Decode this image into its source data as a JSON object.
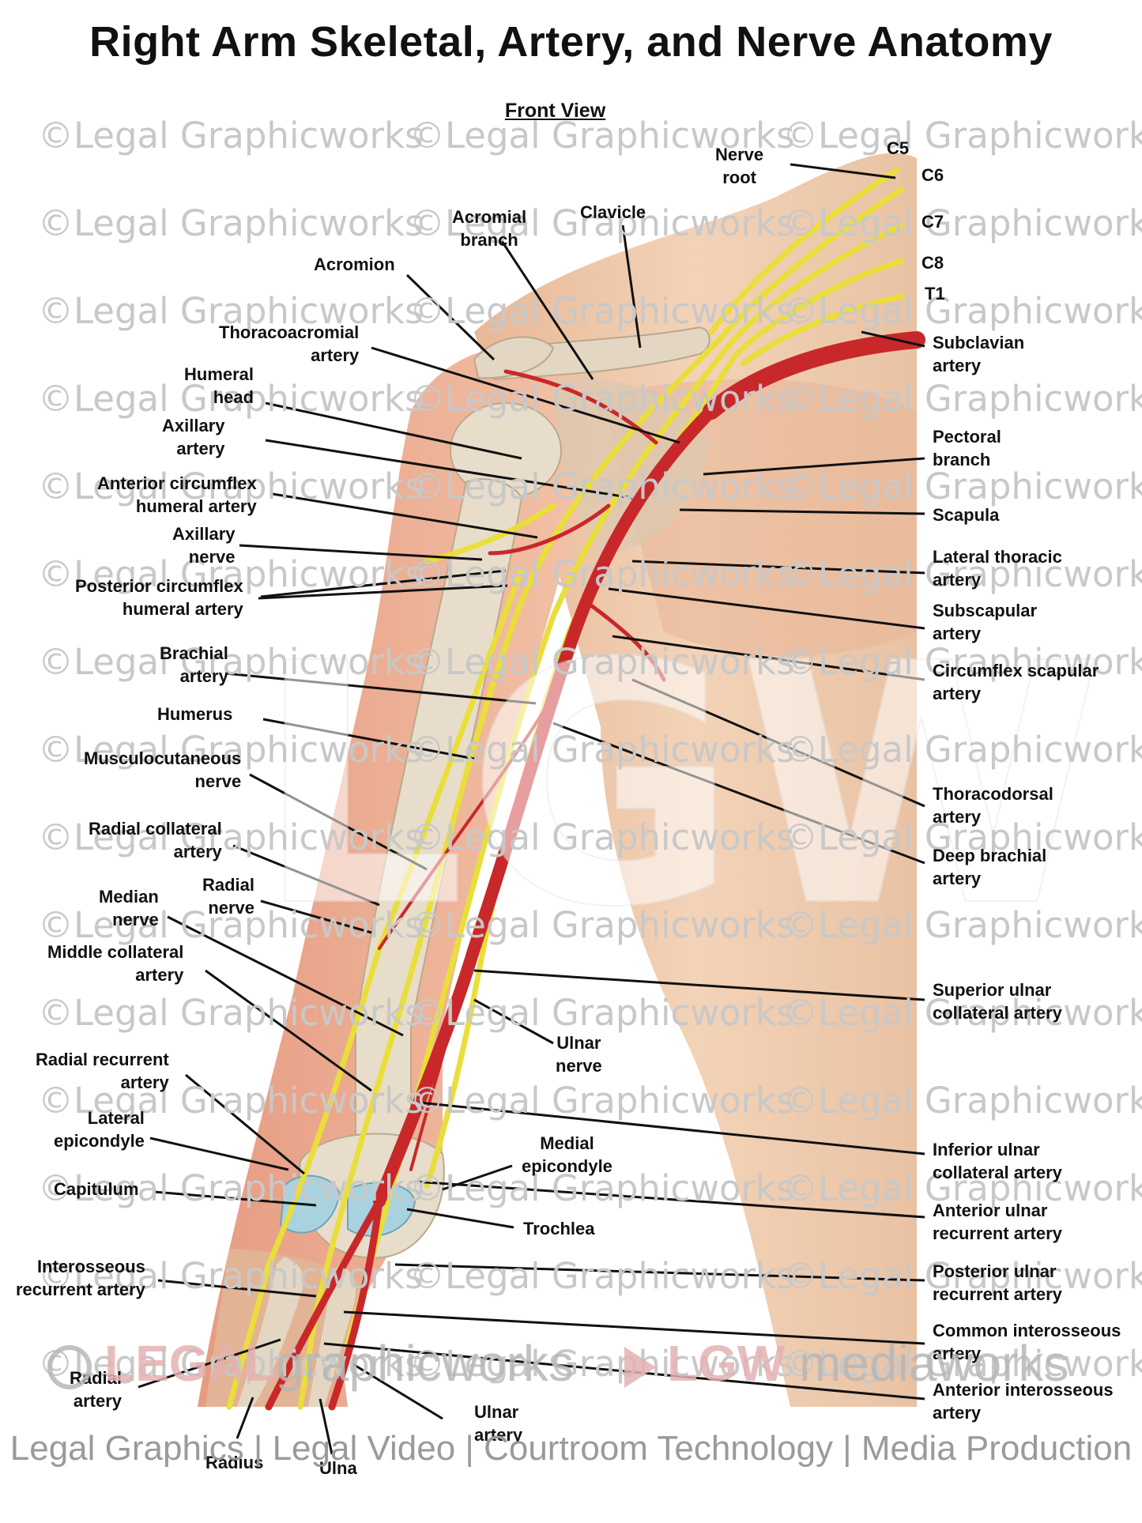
{
  "title": "Right Arm Skeletal, Artery, and Nerve Anatomy",
  "subtitle": "Front View",
  "watermark": "©Legal Graphicworks",
  "logo_text": "LGW",
  "brand": {
    "legal": "LEGAL",
    "graphicworks": "graphicworks",
    "lgw": "LGW",
    "mediaworks": "mediaworks"
  },
  "footer": "Legal Graphics | Legal Video | Courtroom Technology | Media Production",
  "colors": {
    "artery": "#c8282a",
    "nerve": "#e9de3a",
    "bone": "#e6dccb",
    "cartilage": "#a9d2e0",
    "skin": "#eec9a8"
  },
  "labels": {
    "nerve_root": "Nerve\nroot",
    "c5": "C5",
    "c6": "C6",
    "c7": "C7",
    "c8": "C8",
    "t1": "T1",
    "acromial_branch": "Acromial\nbranch",
    "clavicle": "Clavicle",
    "acromion": "Acromion",
    "thoracoacromial": "Thoracoacromial\nartery",
    "humeral_head": "Humeral\nhead",
    "axillary_artery": "Axillary\nartery",
    "ant_circumflex": "Anterior circumflex\nhumeral artery",
    "axillary_nerve": "Axillary\nnerve",
    "post_circumflex": "Posterior circumflex\nhumeral artery",
    "brachial_artery": "Brachial\nartery",
    "humerus": "Humerus",
    "musculocutaneous": "Musculocutaneous\nnerve",
    "radial_collateral": "Radial collateral\nartery",
    "median_nerve": "Median\nnerve",
    "radial_nerve": "Radial\nnerve",
    "middle_collateral": "Middle collateral\nartery",
    "radial_recurrent": "Radial recurrent\nartery",
    "lateral_epicondyle": "Lateral\nepicondyle",
    "capitulum": "Capitulum",
    "interosseous_recurrent": "Interosseous\nrecurrent artery",
    "radial_artery": "Radial\nartery",
    "radius": "Radius",
    "ulna": "Ulna",
    "ulnar_artery": "Ulnar\nartery",
    "subclavian": "Subclavian\nartery",
    "pectoral": "Pectoral\nbranch",
    "scapula": "Scapula",
    "lateral_thoracic": "Lateral thoracic\nartery",
    "subscapular": "Subscapular\nartery",
    "circumflex_scapular": "Circumflex scapular\nartery",
    "thoracodorsal": "Thoracodorsal\nartery",
    "deep_brachial": "Deep brachial\nartery",
    "superior_ulnar": "Superior ulnar\ncollateral artery",
    "ulnar_nerve": "Ulnar\nnerve",
    "medial_epicondyle": "Medial\nepicondyle",
    "trochlea": "Trochlea",
    "inferior_ulnar": "Inferior ulnar\ncollateral artery",
    "anterior_ulnar_recurrent": "Anterior ulnar\nrecurrent artery",
    "posterior_ulnar_recurrent": "Posterior ulnar\nrecurrent artery",
    "common_interosseous": "Common interosseous\nartery",
    "anterior_interosseous": "Anterior interosseous\nartery"
  }
}
